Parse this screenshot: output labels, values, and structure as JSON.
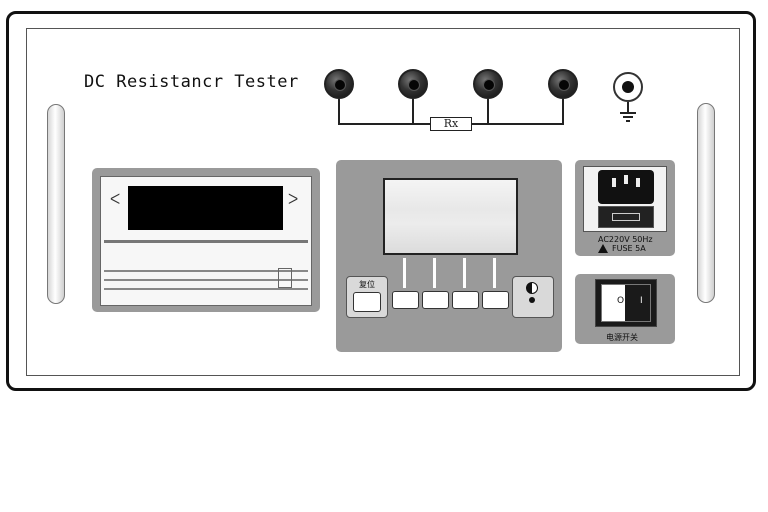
{
  "title": "DC Resistancr Tester",
  "terminals": {
    "rx_label": "Rx"
  },
  "control_panel": {
    "reset_label": "复位"
  },
  "power_input": {
    "rating_label": "AC220V 50Hz",
    "fuse_label": "FUSE 5A"
  },
  "power_switch": {
    "label": "电源开关",
    "off_symbol": "O",
    "on_symbol": "I"
  },
  "colors": {
    "panel_gray": "#9a9a9a",
    "frame": "#111111",
    "screen": "#000000"
  }
}
